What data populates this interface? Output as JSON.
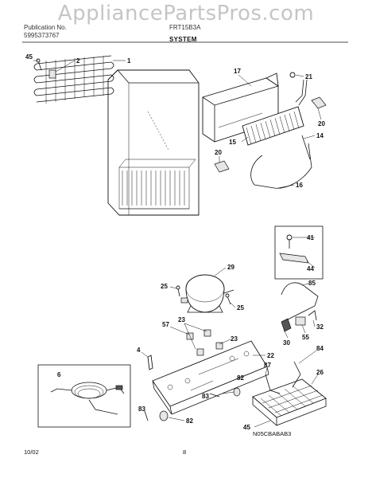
{
  "watermark": "AppliancePartsPros.com",
  "header": {
    "publication_label": "Publication No.",
    "publication_number": "5995373767",
    "model": "FRT15B3A",
    "section_title": "SYSTEM"
  },
  "footer": {
    "date": "10/02",
    "page": "8",
    "figure_code": "N05CBABAB3"
  },
  "callouts": {
    "c1": "1",
    "c2": "2",
    "c45a": "45",
    "c17": "17",
    "c21": "21",
    "c20a": "20",
    "c14": "14",
    "c15": "15",
    "c20b": "20",
    "c16": "16",
    "c41": "41",
    "c44": "44",
    "c29": "29",
    "c85": "85",
    "c25a": "25",
    "c25b": "25",
    "c57": "57",
    "c23a": "23",
    "c23b": "23",
    "c30": "30",
    "c55": "55",
    "c32": "32",
    "c4": "4",
    "c22": "22",
    "c84": "84",
    "c6": "6",
    "c87": "87",
    "c26": "26",
    "c82a": "82",
    "c83a": "83",
    "c83b": "83",
    "c82b": "82",
    "c45b": "45"
  },
  "icons": {
    "refrigerator-cabinet": "outline of refrigerator cabinet with condenser",
    "evaporator": "finned evaporator coil",
    "compressor": "compressor with mounting grommets",
    "drain-pan": "defrost drain pan",
    "wiring-harness": "coiled power cord harness"
  }
}
